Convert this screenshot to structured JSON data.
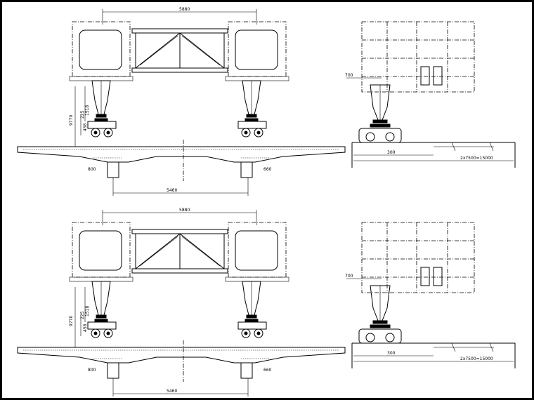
{
  "drawing": {
    "top": {
      "front_view": {
        "top_span": "5880",
        "bottom_span": "5460",
        "left_height": "9770",
        "left_mid_a": "1518",
        "left_mid_b": "225",
        "left_low": "458",
        "left_base": "800",
        "right_base": "660"
      },
      "side_view": {
        "side_label": "700",
        "side_bottom": "300",
        "side_rail": "2x7500=15000"
      }
    },
    "bottom": {
      "front_view": {
        "top_span": "5880",
        "bottom_span": "5460",
        "left_height": "9770",
        "left_mid_a": "1518",
        "left_mid_b": "225",
        "left_low": "458",
        "left_base": "800",
        "right_base": "660"
      },
      "side_view": {
        "side_label": "700",
        "side_bottom": "300",
        "side_rail": "2x7500=15000"
      }
    }
  }
}
